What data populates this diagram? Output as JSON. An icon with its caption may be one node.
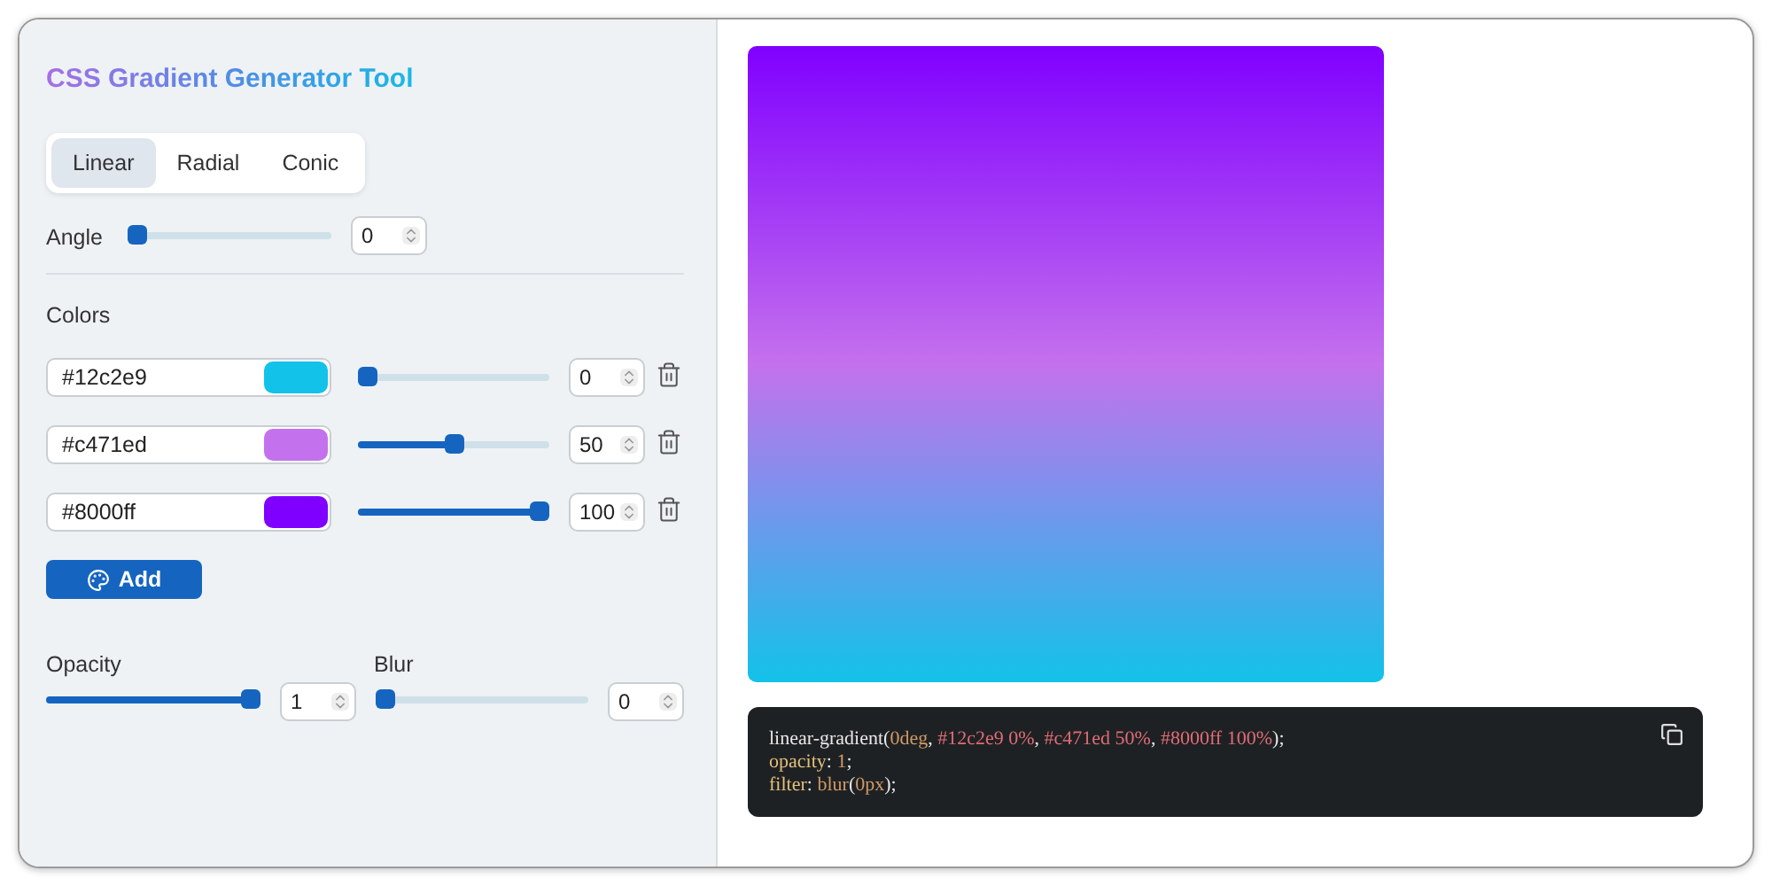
{
  "diagram": {
    "title": "CSS Gradient Generator Tool",
    "nodes": [
      {
        "text": [],
        "shape": "box"
      }
    ],
    "labels": [
      "Linear",
      "Radial",
      "Conic",
      "Angle",
      "0",
      "Colors",
      "#12c2e9",
      "0",
      "#c471ed",
      "50",
      "#8000ff",
      "100",
      "Add",
      "Opacity",
      "1",
      "Blur",
      "0",
      "linear-gradient(0deg, #12c2e9 0%, #c471ed 50%, #8000ff 100%);",
      "opacity: 1;",
      "filter: blur(0px);"
    ]
  }
}
